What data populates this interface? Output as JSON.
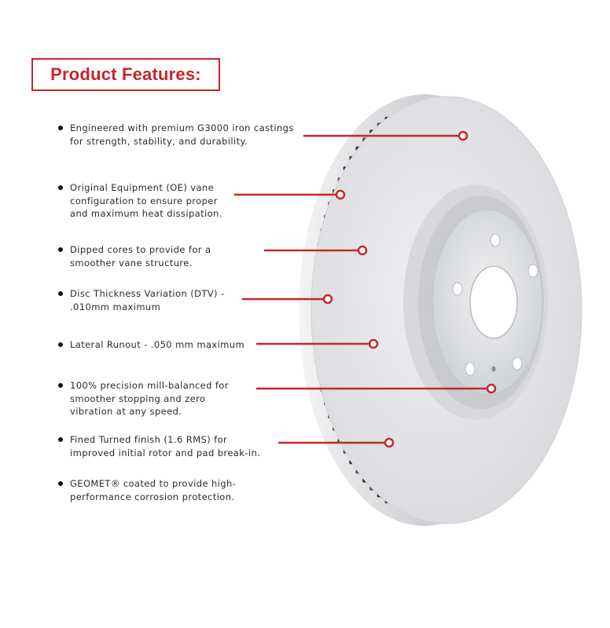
{
  "header": {
    "title": "Product Features:"
  },
  "features": [
    {
      "text": "Engineered with premium G3000 iron castings for strength, stability, and durability."
    },
    {
      "text": "Original Equipment (OE) vane configuration to ensure proper and maximum heat dissipation."
    },
    {
      "text": "Dipped cores to provide for a smoother vane structure."
    },
    {
      "text": "Disc Thickness Variation (DTV) - .010mm maximum"
    },
    {
      "text": "Lateral Runout - .050 mm maximum"
    },
    {
      "text": "100% precision mill-balanced for smoother stopping and zero vibration at any speed."
    },
    {
      "text": "Fined Turned finish (1.6 RMS) for improved initial rotor and pad break-in."
    },
    {
      "text": "GEOMET® coated to provide high-performance corrosion protection."
    }
  ],
  "colors": {
    "accent": "#c8262c",
    "rotor": "#e4e5e7",
    "text": "#2a2a2a"
  }
}
